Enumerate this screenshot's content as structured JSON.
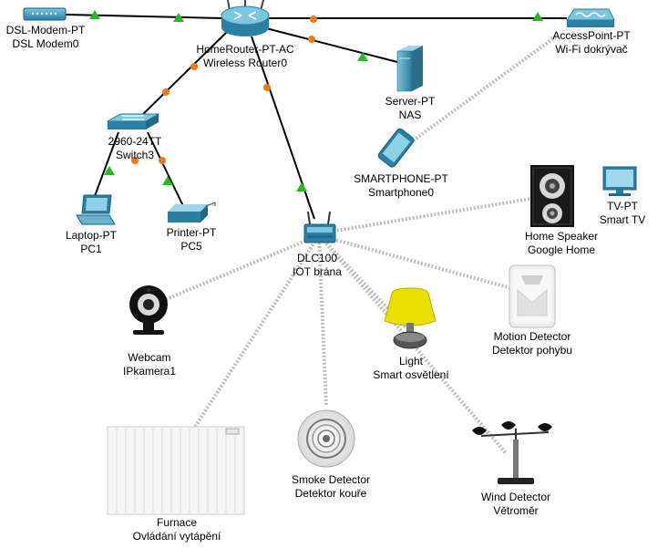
{
  "devices": {
    "dsl_modem": {
      "model": "DSL-Modem-PT",
      "name": "DSL Modem0"
    },
    "home_router": {
      "model": "HomeRouter-PT-AC",
      "name": "Wireless Router0"
    },
    "access_point": {
      "model": "AccessPoint-PT",
      "name": "Wi-Fi dokrývač"
    },
    "server": {
      "model": "Server-PT",
      "name": "NAS"
    },
    "switch": {
      "model": "2960-24TT",
      "name": "Switch3"
    },
    "smartphone": {
      "model": "SMARTPHONE-PT",
      "name": "Smartphone0"
    },
    "laptop": {
      "model": "Laptop-PT",
      "name": "PC1"
    },
    "printer": {
      "model": "Printer-PT",
      "name": "PC5"
    },
    "home_speaker": {
      "model": "Home Speaker",
      "name": "Google Home"
    },
    "tv": {
      "model": "TV-PT",
      "name": "Smart TV"
    },
    "iot_gateway": {
      "model": "DLC100",
      "name": "IOT brána"
    },
    "webcam": {
      "model": "Webcam",
      "name": "IPkamera1"
    },
    "motion_detector": {
      "model": "Motion Detector",
      "name": "Detektor pohybu"
    },
    "light": {
      "model": "Light",
      "name": "Smart osvětlení"
    },
    "furnace": {
      "model": "Furnace",
      "name": "Ovládání vytápění"
    },
    "smoke_detector": {
      "model": "Smoke Detector",
      "name": "Detektor kouře"
    },
    "wind_detector": {
      "model": "Wind Detector",
      "name": "Větroměr"
    }
  },
  "colors": {
    "link_up": "#22bb22",
    "link_orange": "#f07818",
    "cable": "#000000",
    "wireless": "#bbbbbb",
    "router_blue": "#3b95b8",
    "light_shade": "#e8e000"
  }
}
